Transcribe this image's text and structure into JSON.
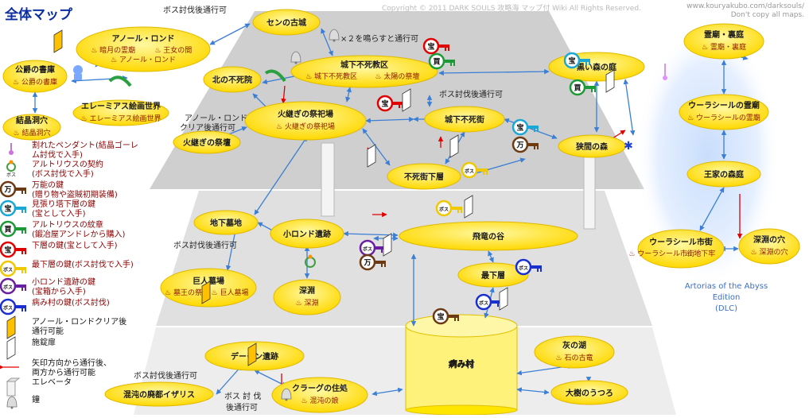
{
  "header": {
    "title": "全体マップ",
    "copyright": "Copyright © 2011 DARK SOULS 攻略海 マップ付 Wiki All Rights Reserved.",
    "site_line1": "www.kouryakubo.com/darksouls/",
    "site_line2": "Don't copy all maps."
  },
  "colors": {
    "area_fill": "#ffe000",
    "area_stroke": "#e0b800",
    "link": "#3a7fd5",
    "platform_top": "#cfcfcf",
    "platform_mid": "#dedede",
    "platform_bottom": "#ececec",
    "dlc_glow": "#d8e8ff",
    "treasure": "#e00000",
    "master": "#6b3a12",
    "watchtower": "#1aa7d6",
    "artorias": "#1b9a35",
    "depths": "#e00000",
    "lowest": "#f0c800",
    "oolacile": "#6a1fa0",
    "blighttown": "#1a2fd0"
  },
  "areas": [
    {
      "id": "anor",
      "name": "アノール・ロンド",
      "subs": [
        "暗月の霊廟",
        "王女の間",
        "アノール・ロンド"
      ]
    },
    {
      "id": "archives",
      "name": "公爵の書庫",
      "subs": [
        "公爵の書庫"
      ]
    },
    {
      "id": "crystal",
      "name": "結晶洞穴",
      "subs": [
        "結晶洞穴"
      ]
    },
    {
      "id": "painted",
      "name": "エレーミアス絵画世界",
      "subs": [
        "エレーミアス絵画世界"
      ]
    },
    {
      "id": "sen",
      "name": "センの古城",
      "subs": []
    },
    {
      "id": "burg",
      "name": "城下不死教区",
      "subs": [
        "城下不死教区",
        "太陽の祭壇"
      ]
    },
    {
      "id": "asylum",
      "name": "北の不死院",
      "subs": []
    },
    {
      "id": "firelink",
      "name": "火継ぎの祭祀場",
      "subs": [
        "火継ぎの祭祀場"
      ]
    },
    {
      "id": "kiln",
      "name": "火継ぎの祭壇",
      "subs": []
    },
    {
      "id": "undeadburg",
      "name": "城下不死街",
      "subs": []
    },
    {
      "id": "lowerburg",
      "name": "不死街下層",
      "subs": []
    },
    {
      "id": "darkroot",
      "name": "黒い森の庭",
      "subs": []
    },
    {
      "id": "basin",
      "name": "狭間の森",
      "subs": []
    },
    {
      "id": "catacombs",
      "name": "地下墓地",
      "subs": []
    },
    {
      "id": "newlondo",
      "name": "小ロンド遺跡",
      "subs": []
    },
    {
      "id": "valley",
      "name": "飛竜の谷",
      "subs": []
    },
    {
      "id": "tomb",
      "name": "巨人墓場",
      "subs": [
        "墓王の祭壇",
        "巨人墓場"
      ]
    },
    {
      "id": "abyss",
      "name": "深淵",
      "subs": [
        "深淵"
      ]
    },
    {
      "id": "depths",
      "name": "最下層",
      "subs": []
    },
    {
      "id": "blight",
      "name": "病み村",
      "subs": []
    },
    {
      "id": "demon",
      "name": "デーモン遺跡",
      "subs": []
    },
    {
      "id": "izalith",
      "name": "混沌の廃都イザリス",
      "subs": []
    },
    {
      "id": "quelaag",
      "name": "クラーグの住処",
      "subs": [
        "混沌の娘"
      ]
    },
    {
      "id": "ashlake",
      "name": "灰の湖",
      "subs": [
        "石の古竜"
      ]
    },
    {
      "id": "hollow",
      "name": "大樹のうつろ",
      "subs": []
    },
    {
      "id": "sanctuary",
      "name": "霊廟・裏庭",
      "subs": [
        "霊廟・裏庭"
      ]
    },
    {
      "id": "oolsanc",
      "name": "ウーラシールの霊廟",
      "subs": [
        "ウーラシールの霊廟"
      ]
    },
    {
      "id": "royalwood",
      "name": "王家の森庭",
      "subs": []
    },
    {
      "id": "township",
      "name": "ウーラシール市街",
      "subs": [
        "ウーラシール市街",
        "地下牢"
      ]
    },
    {
      "id": "chasm",
      "name": "深淵の穴",
      "subs": [
        "深淵の穴"
      ]
    }
  ],
  "notes": {
    "boss_anor": "ボス討伐後通行可",
    "bell2": "×２を鳴らすと通行可",
    "boss_burg": "ボス討伐後通行可",
    "anor_clear_1": "アノール・ロンド",
    "anor_clear_2": "クリア後通行可",
    "boss_tomb": "ボス討伐後通行可",
    "boss_izalith": "ボス討伐後通行可",
    "boss_quelaag_1": "ボス 討 伐",
    "boss_quelaag_2": "後通行可"
  },
  "keys": {
    "treasure": "宝",
    "boss": "ボス",
    "master": "万",
    "artorias": "買"
  },
  "legend": [
    {
      "id": "pendant",
      "lines": [
        "割れたペンダント(結晶ゴーレ",
        "ム討伐で入手)"
      ]
    },
    {
      "id": "covenant",
      "lines": [
        "アルトリウスの契約",
        "(ボス討伐で入手)"
      ]
    },
    {
      "id": "masterkey",
      "lines": [
        "万能の鍵",
        "(贈り物や盗賊初期装備)"
      ]
    },
    {
      "id": "watchtower",
      "lines": [
        "見張り塔下層の鍵",
        "(宝として入手)"
      ]
    },
    {
      "id": "crest",
      "lines": [
        "アルトリウスの紋章",
        "(鍛冶屋アンドレから購入)"
      ]
    },
    {
      "id": "depthskey",
      "lines": [
        "下層の鍵(宝として入手)"
      ]
    },
    {
      "id": "lowestkey",
      "lines": [
        "最下層の鍵(ボス討伐で入手)"
      ]
    },
    {
      "id": "newlondokey",
      "lines": [
        "小ロンド遺跡の鍵",
        "(宝箱から入手)"
      ]
    },
    {
      "id": "blightkey",
      "lines": [
        "病み村の鍵(ボス討伐)"
      ]
    },
    {
      "id": "anordoor",
      "lines": [
        "アノール・ロンドクリア後",
        "通行可能"
      ]
    },
    {
      "id": "lockdoor",
      "lines": [
        "施錠扉"
      ]
    },
    {
      "id": "arrow",
      "lines": [
        "矢印方向から通行後、",
        "両方から通行可能"
      ]
    },
    {
      "id": "elevator",
      "lines": [
        "エレベータ"
      ]
    },
    {
      "id": "bell",
      "lines": [
        "鐘"
      ]
    }
  ],
  "dlc": {
    "line1": "Artorias of the Abyss Edition",
    "line2": "(DLC)"
  }
}
